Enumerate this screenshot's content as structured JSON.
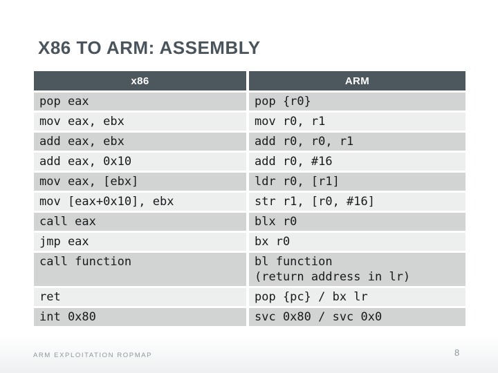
{
  "slide": {
    "title": "X86 TO ARM: ASSEMBLY"
  },
  "table": {
    "headers": [
      "x86",
      "ARM"
    ],
    "rows": [
      {
        "x86": "pop eax",
        "arm": "pop {r0}"
      },
      {
        "x86": "mov eax, ebx",
        "arm": "mov r0, r1"
      },
      {
        "x86": "add eax, ebx",
        "arm": "add r0, r0, r1"
      },
      {
        "x86": "add eax, 0x10",
        "arm": "add r0, #16"
      },
      {
        "x86": "mov eax, [ebx]",
        "arm": "ldr r0, [r1]"
      },
      {
        "x86": "mov [eax+0x10], ebx",
        "arm": "str r1, [r0, #16]"
      },
      {
        "x86": "call eax",
        "arm": "blx r0"
      },
      {
        "x86": "jmp eax",
        "arm": "bx r0"
      },
      {
        "x86": "call function",
        "arm": "bl function\n(return address in lr)"
      },
      {
        "x86": "ret",
        "arm": "pop {pc} / bx lr"
      },
      {
        "x86": "int 0x80",
        "arm": "svc 0x80 / svc 0x0"
      }
    ]
  },
  "footer": {
    "left": "ARM EXPLOITATION ROPMAP",
    "page": "8"
  },
  "colors": {
    "header_bg": "#4d575e",
    "row_dark": "#d2d4d4",
    "row_light": "#edeeee",
    "title_text": "#4a545c",
    "cell_text": "#17191a",
    "footer_text": "#8e969a"
  }
}
